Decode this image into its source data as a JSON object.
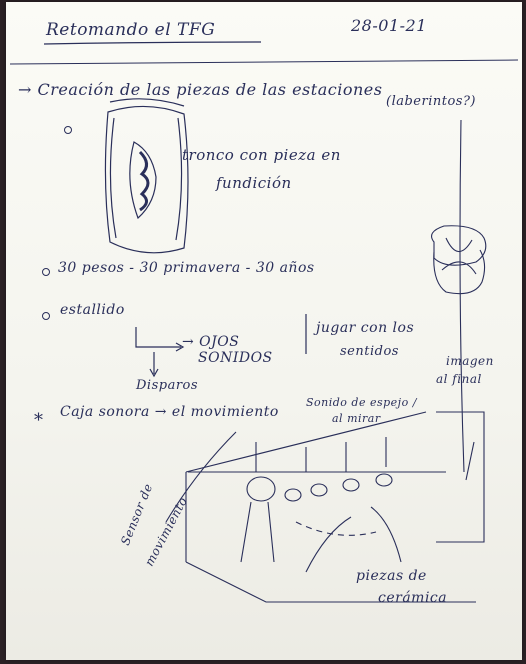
{
  "header": {
    "title": "Retomando el TFG",
    "date": "28-01-21"
  },
  "lines": {
    "creation": "→ Creación de las piezas de las estaciones",
    "labyrinth": "(laberintos?)",
    "trunk": "tronco con pieza en",
    "trunk2": "fundición",
    "bullets_30": "30 pesos - 30 primavera - 30 años",
    "estallido": "estallido",
    "ojos": "→ OJOS",
    "sonidos": "SONIDOS",
    "disparos": "Disparos",
    "jugar": "jugar con los",
    "sentidos": "sentidos",
    "imagen": "imagen",
    "final": "al final",
    "caja": "Caja sonora → el movimiento",
    "sonido_espejo": "Sonido de espejo /",
    "al_mirar": "al mirar",
    "sensor": "Sensor de",
    "movimiento": "movimiento",
    "piezas": "piezas de",
    "ceramica": "cerámica"
  },
  "colors": {
    "ink": "#2a2f5a",
    "paper": "#f6f6f0",
    "background": "#2c2226"
  }
}
